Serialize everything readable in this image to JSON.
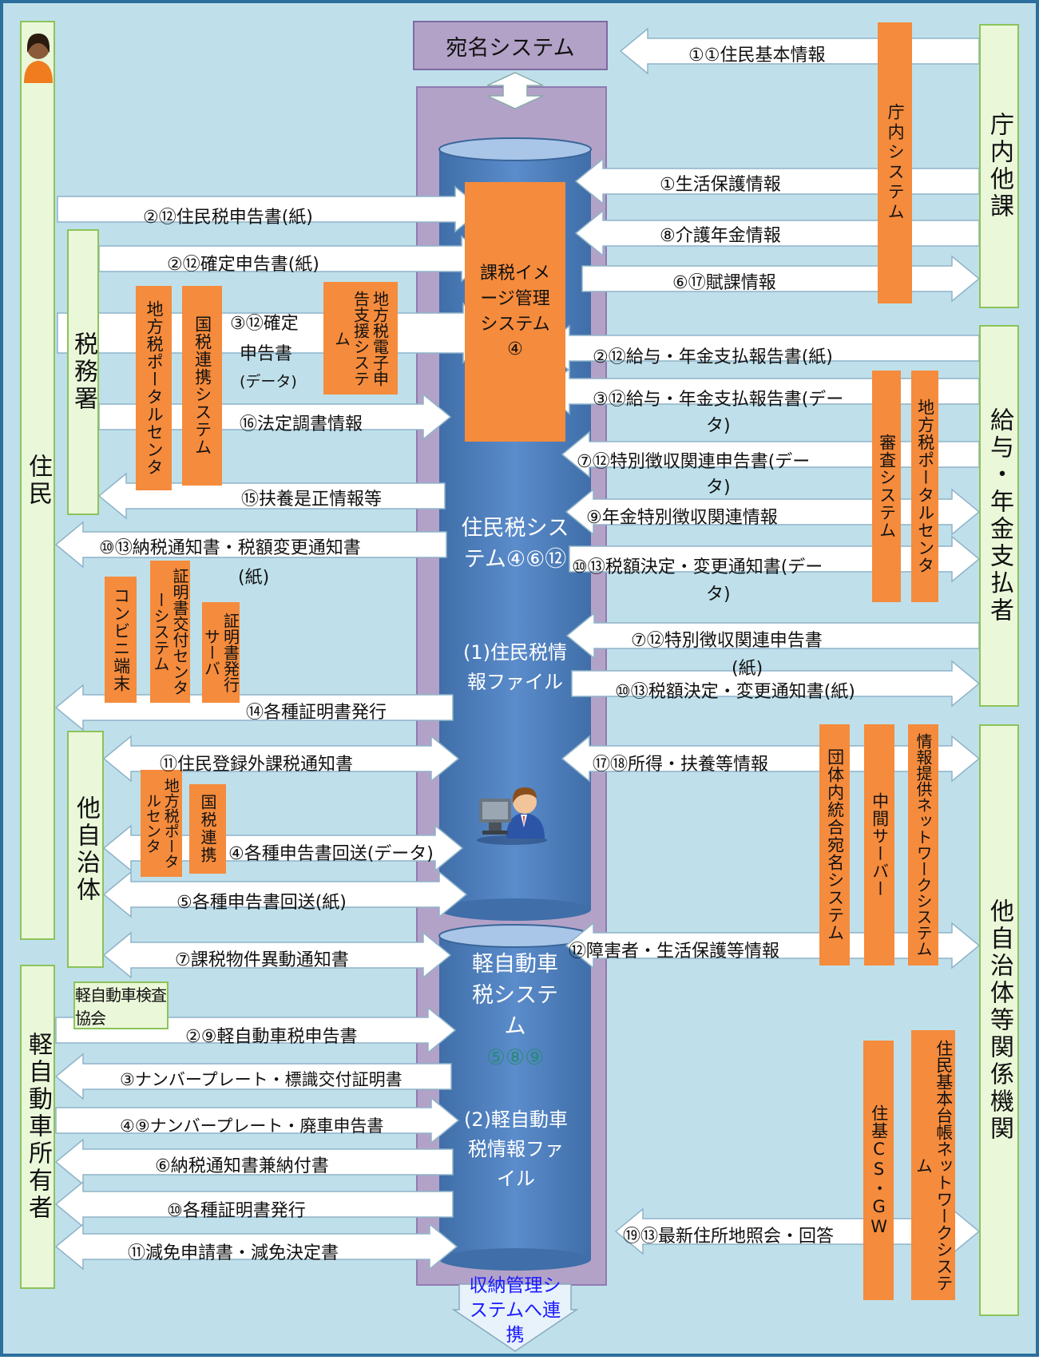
{
  "actors": {
    "resident": "住民",
    "tax_office": "税務署",
    "other_municipality": "他自治体",
    "kei_owner": "軽自動車所有者",
    "internal_depts": "庁内他課",
    "payer": "給与・年金支払者",
    "other_orgs": "他自治体等関係機関",
    "kei_inspection": "軽自動車検査協会"
  },
  "systems": {
    "atena": "宛名システム",
    "image_mgmt": "課税イメージ管理システム④",
    "resident_tax_system": "住民税システム④⑥⑫",
    "resident_tax_file": "(1)住民税情報ファイル",
    "kei_tax_system_name": "軽自動車税システム",
    "kei_tax_system_num": "⑤⑧⑨",
    "kei_tax_file": "(2)軽自動車税情報ファイル",
    "shuno": "収納管理システムへ連携"
  },
  "boxes": {
    "chonai": "庁内システム",
    "eltax_portal_a": "地方税ポータルセンタ",
    "kokuzei_renkei": "国税連携システム",
    "eltax_shinkoku": "地方税電子申告支援システム",
    "conveni": "コンビニ端末",
    "cert_center": "証明書交付センターシステム",
    "cert_server": "証明書発行サーバ",
    "kokuzei_renkei_b": "国税連携",
    "eltax_portal_b": "地方税ポータルセンタ",
    "shinsa": "審査システム",
    "eltax_portal_c": "地方税ポータルセンタ",
    "dantai_atena": "団体内統合宛名システム",
    "chukan_server": "中間サーバー",
    "joho_teikyo": "情報提供ネットワークシステム",
    "jyuki_csgw": "住基CS・GW",
    "jyuki_network": "住民基本台帳ネットワークシステム"
  },
  "flows": {
    "f1": "①①住民基本情報",
    "f2": "①生活保護情報",
    "f3": "②⑫住民税申告書(紙)",
    "f4": "⑧介護年金情報",
    "f5": "②⑫確定申告書(紙)",
    "f6": "⑥⑰賦課情報",
    "f7a": "③⑫確定",
    "f7b": "申告書",
    "f7c": "(データ)",
    "f8": "②⑫給与・年金支払報告書(紙)",
    "f9a": "③⑫給与・年金支払報告書(デー",
    "f9b": "タ)",
    "f10": "⑯法定調書情報",
    "f11a": "⑦⑫特別徴収関連申告書(デー",
    "f11b": "タ)",
    "f12": "⑮扶養是正情報等",
    "f13": "⑨年金特別徴収関連情報",
    "f14a": "⑩⑬納税通知書・税額変更通知書",
    "f14b": "(紙)",
    "f15a": "⑩⑬税額決定・変更通知書(デー",
    "f15b": "タ)",
    "f16a": "⑦⑫特別徴収関連申告書",
    "f16b": "(紙)",
    "f17": "⑩⑬税額決定・変更通知書(紙)",
    "f18": "⑭各種証明書発行",
    "f19": "⑰⑱所得・扶養等情報",
    "f20": "⑪住民登録外課税通知書",
    "f21": "④各種申告書回送(データ)",
    "f22": "⑤各種申告書回送(紙)",
    "f23": "⑦課税物件異動通知書",
    "f24": "⑫障害者・生活保護等情報",
    "f25": "②⑨軽自動車税申告書",
    "f26": "③ナンバープレート・標識交付証明書",
    "f27": "④⑨ナンバープレート・廃車申告書",
    "f28": "⑥納税通知書兼納付書",
    "f29": "⑩各種証明書発行",
    "f30": "⑪減免申請書・減免決定書",
    "f31": "⑲⑬最新住所地照会・回答"
  },
  "colors": {
    "background": "#bfe0ea",
    "frame": "#2c6f9e",
    "purple_panel": "#b3a2c7",
    "cylinder": "#4f81bd",
    "orange_box": "#f58b3c",
    "actor_fill": "#eaf7d9",
    "actor_border": "#8cc35a",
    "link_blue": "#1a1aff",
    "teal_numbers": "#2a8a7a"
  },
  "icons": [
    "resident-avatar-icon",
    "operator-computer-icon"
  ]
}
